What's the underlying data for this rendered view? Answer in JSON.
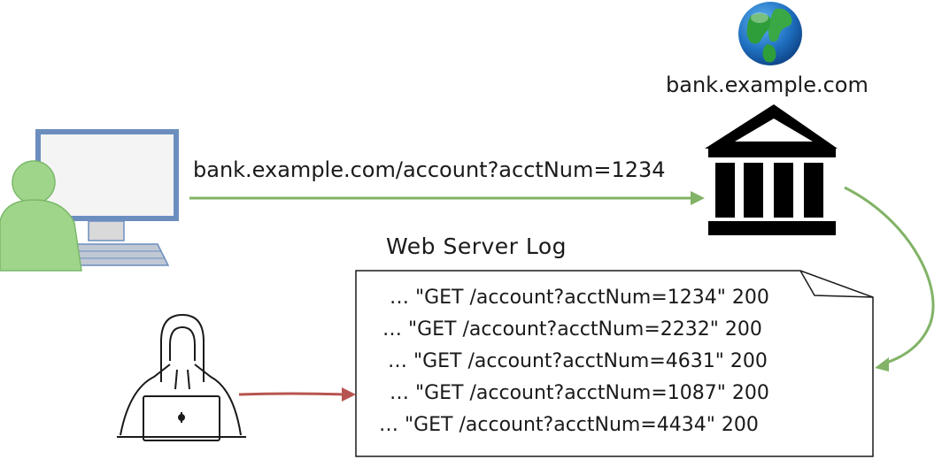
{
  "diagram": {
    "server_domain": "bank.example.com",
    "request_url": "bank.example.com/account?acctNum=1234",
    "log_title": "Web Server Log",
    "log_lines": [
      "… \"GET /account?acctNum=1234\" 200",
      "… \"GET /account?acctNum=2232\" 200",
      "… \"GET /account?acctNum=4631\" 200",
      "… \"GET /account?acctNum=1087\" 200",
      "… \"GET /account?acctNum=4434\" 200"
    ],
    "icons": [
      "user-computer-icon",
      "globe-icon",
      "bank-building-icon",
      "hooded-hacker-icon",
      "log-document-icon"
    ],
    "colors": {
      "request_arrow": "#82b366",
      "attacker_arrow": "#b85450",
      "user_fill": "#9fd58a",
      "monitor_frame": "#6c8ebf",
      "bank": "#000000"
    }
  }
}
